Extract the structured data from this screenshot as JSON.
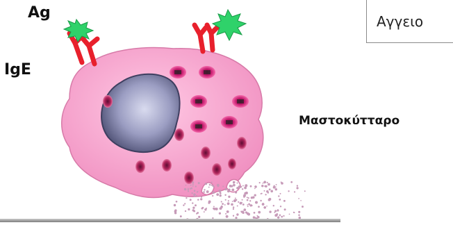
{
  "labels": {
    "antigen": "Ag",
    "antibody": "IgE",
    "cell": "Μαστοκύτταρο"
  },
  "title_box": {
    "text": "Αγγειο"
  },
  "colors": {
    "cell_fill": "#f7a6cf",
    "cell_edge": "#d77aa8",
    "nucleus": "#8d8fb4",
    "granule": "#c2186b",
    "antibody": "#e8202c",
    "antigen": "#2fd26a",
    "release_dots": "#c69ab8"
  }
}
